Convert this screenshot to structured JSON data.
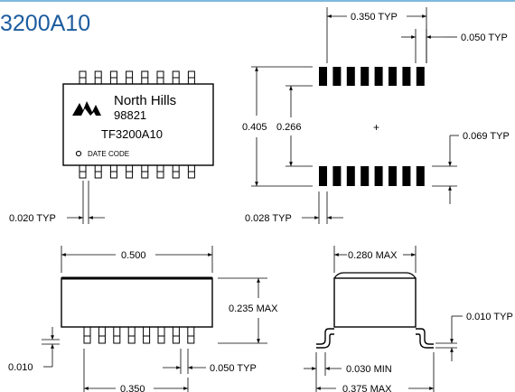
{
  "title": "3200A10",
  "brand": {
    "name": "North Hills",
    "code": "98821",
    "part": "TF3200A10",
    "date_code": "DATE CODE"
  },
  "dims": {
    "pitch_total": "0.350 TYP",
    "pad_width": "0.050 TYP",
    "overall_width": "0.405",
    "row_spacing": "0.266",
    "pad_length": "0.069 TYP",
    "lead_width": "0.020 TYP",
    "pad_gap": "0.028 TYP",
    "body_length": "0.500",
    "body_height": "0.235 MAX",
    "standoff": "0.010",
    "pin_pitch": "0.050 TYP",
    "lead_span": "0.350",
    "body_width_max": "0.280 MAX",
    "lead_thickness": "0.010 TYP",
    "foot_min": "0.030 MIN",
    "overall_max": "0.375 MAX"
  },
  "colors": {
    "title": "#1d5c9e",
    "rule": "#7fb8de"
  }
}
